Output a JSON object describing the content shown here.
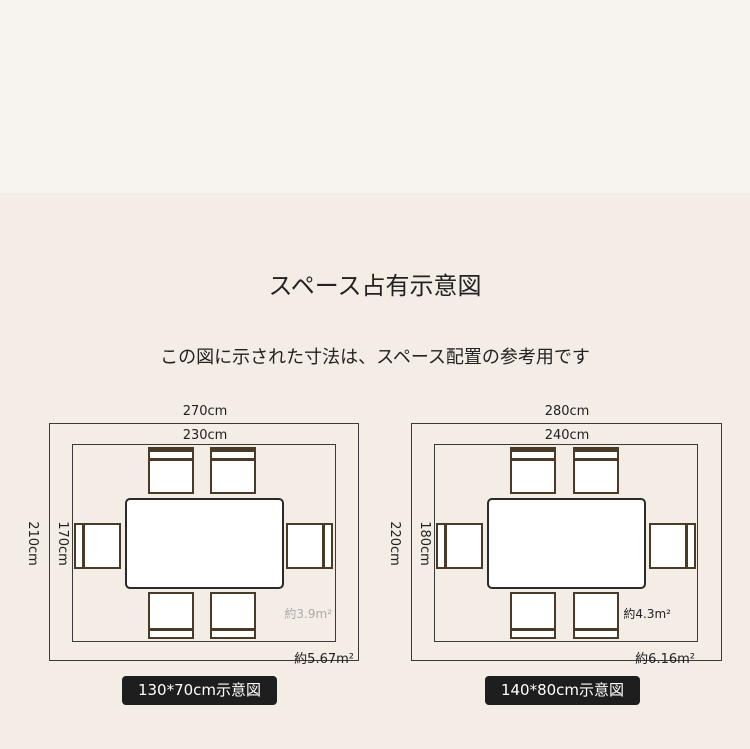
{
  "title": "スペース占有示意図",
  "subtitle": "この図に示された寸法は、スペース配置の参考用です",
  "diagrams": [
    {
      "outer_width": "270cm",
      "inner_width": "230cm",
      "outer_height": "210cm",
      "inner_height": "170cm",
      "inner_area": "約3.9m²",
      "outer_area": "約5.67m²",
      "caption": "130*70cm示意図"
    },
    {
      "outer_width": "280cm",
      "inner_width": "240cm",
      "outer_height": "220cm",
      "inner_height": "180cm",
      "inner_area": "約4.3m²",
      "outer_area": "約6.16m²",
      "caption": "140*80cm示意図"
    }
  ]
}
